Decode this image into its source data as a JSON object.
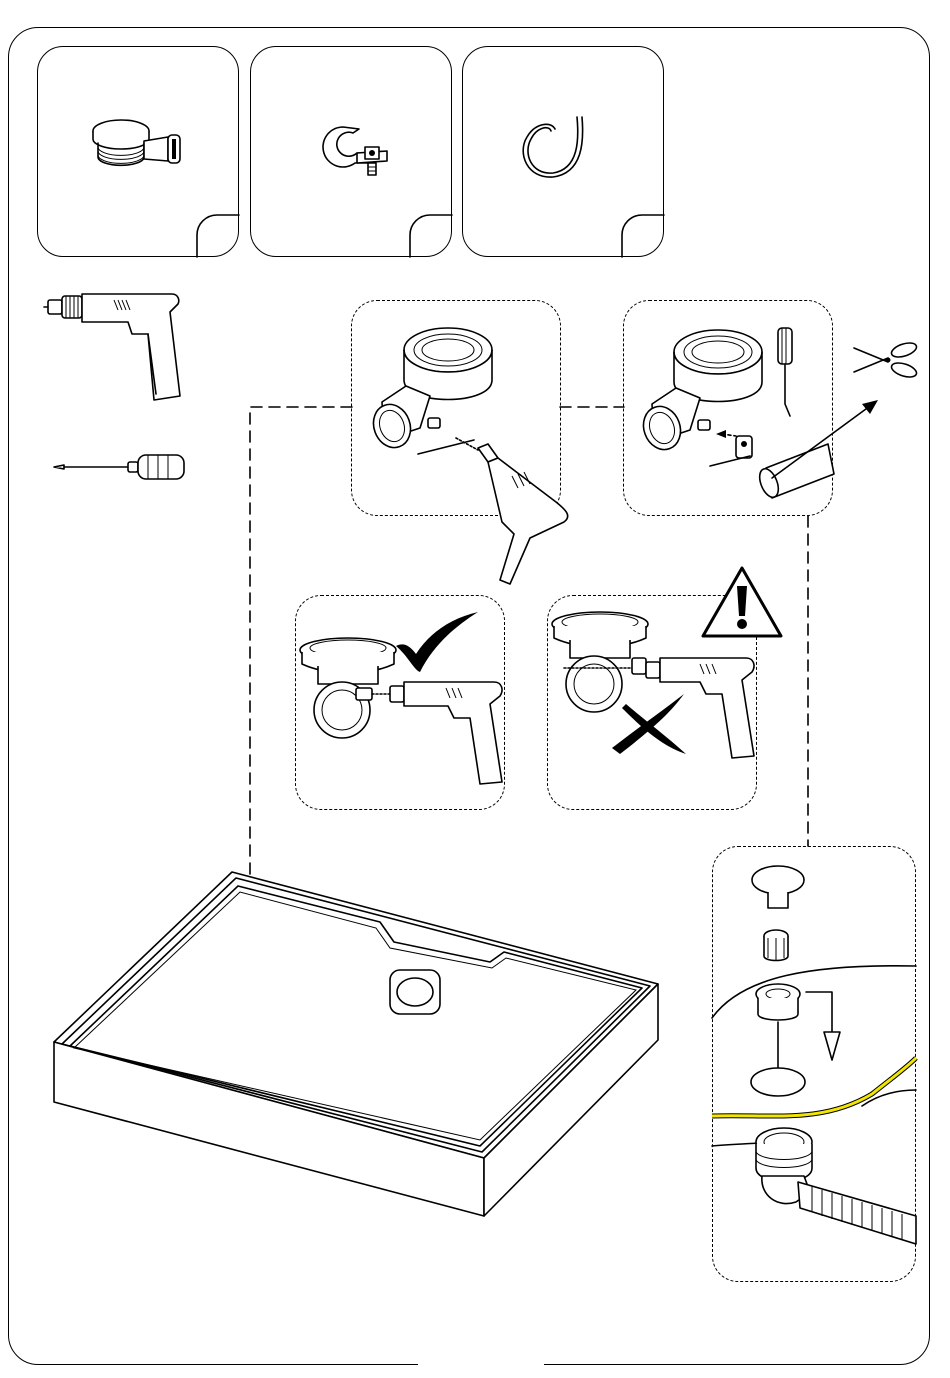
{
  "page": {
    "title": ""
  },
  "parts": [
    {
      "id": "drain-waste",
      "icon": "shower-drain-icon"
    },
    {
      "id": "pipe-clamp",
      "icon": "hose-clamp-icon"
    },
    {
      "id": "flexible-hose",
      "icon": "hose-coil-icon"
    }
  ],
  "tools": [
    {
      "id": "drill",
      "icon": "drill-icon"
    },
    {
      "id": "screwdriver",
      "icon": "screwdriver-icon"
    },
    {
      "id": "scissors",
      "icon": "scissors-icon"
    }
  ],
  "steps": [
    {
      "id": "drill-overflow-hole",
      "icon": "drill-drain-icon"
    },
    {
      "id": "attach-hose-clamp",
      "icon": "clamp-hose-icon"
    },
    {
      "id": "correct-drilling",
      "icon": "check-mark-icon",
      "status": "correct"
    },
    {
      "id": "incorrect-drilling",
      "icon": "cross-mark-icon",
      "status": "incorrect",
      "warning_icon": "warning-triangle-icon"
    },
    {
      "id": "assemble-drain-exploded",
      "icon": "exploded-drain-icon"
    }
  ],
  "colors": {
    "ink": "#000000",
    "paper": "#ffffff",
    "sealant": "#f2e600"
  }
}
